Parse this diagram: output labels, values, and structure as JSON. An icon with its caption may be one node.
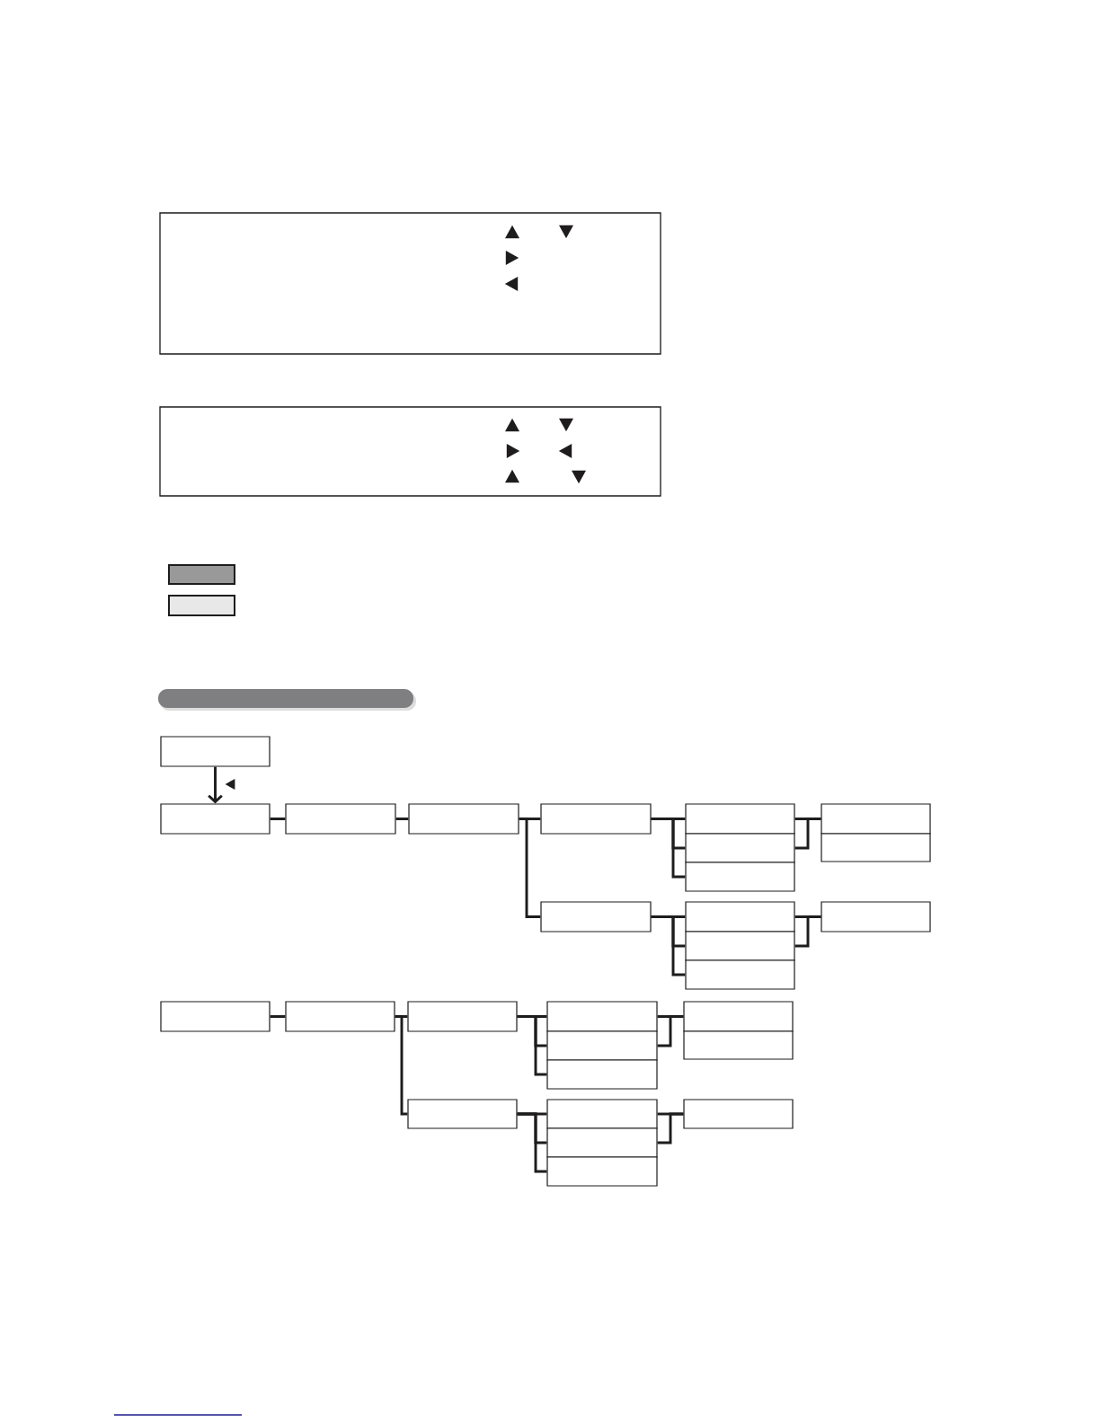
{
  "diagram": {
    "nodes": [
      {
        "text": [],
        "shape": "box"
      },
      {
        "text": [],
        "shape": "box"
      },
      {
        "text": [],
        "shape": "box"
      },
      {
        "text": [],
        "shape": "box"
      },
      {
        "text": [],
        "shape": "box"
      },
      {
        "text": [],
        "shape": "box"
      },
      {
        "text": [],
        "shape": "box"
      },
      {
        "text": [],
        "shape": "box"
      },
      {
        "text": [],
        "shape": "box"
      },
      {
        "text": [],
        "shape": "box"
      },
      {
        "text": [],
        "shape": "box"
      },
      {
        "text": [],
        "shape": "box"
      },
      {
        "text": [],
        "shape": "box"
      },
      {
        "text": [],
        "shape": "box"
      },
      {
        "text": [],
        "shape": "box"
      },
      {
        "text": [],
        "shape": "box"
      },
      {
        "text": [],
        "shape": "box"
      },
      {
        "text": [],
        "shape": "box"
      },
      {
        "text": [],
        "shape": "box"
      },
      {
        "text": [],
        "shape": "box"
      },
      {
        "text": [],
        "shape": "box"
      },
      {
        "text": [],
        "shape": "box"
      },
      {
        "text": [],
        "shape": "box"
      },
      {
        "text": [],
        "shape": "box"
      },
      {
        "text": [],
        "shape": "box"
      },
      {
        "text": [],
        "shape": "box"
      },
      {
        "text": [],
        "shape": "box"
      },
      {
        "text": [],
        "shape": "box"
      }
    ],
    "edges": [
      {
        "from": 0,
        "to": 1,
        "arrow": "to"
      },
      {
        "from": 1,
        "to": 2,
        "arrow": "none"
      },
      {
        "from": 2,
        "to": 3,
        "arrow": "none"
      },
      {
        "from": 3,
        "to": 4,
        "arrow": "none"
      },
      {
        "from": 3,
        "to": 10,
        "arrow": "none"
      },
      {
        "from": 4,
        "to": 5,
        "arrow": "none"
      },
      {
        "from": 4,
        "to": 6,
        "arrow": "none"
      },
      {
        "from": 4,
        "to": 7,
        "arrow": "none"
      },
      {
        "from": 5,
        "to": 8,
        "arrow": "none"
      },
      {
        "from": 6,
        "to": 8,
        "arrow": "none"
      },
      {
        "from": 10,
        "to": 11,
        "arrow": "none"
      },
      {
        "from": 10,
        "to": 12,
        "arrow": "none"
      },
      {
        "from": 10,
        "to": 13,
        "arrow": "none"
      },
      {
        "from": 11,
        "to": 14,
        "arrow": "none"
      },
      {
        "from": 12,
        "to": 14,
        "arrow": "none"
      },
      {
        "from": 15,
        "to": 16,
        "arrow": "none"
      },
      {
        "from": 16,
        "to": 17,
        "arrow": "none"
      },
      {
        "from": 16,
        "to": 23,
        "arrow": "none"
      },
      {
        "from": 17,
        "to": 18,
        "arrow": "none"
      },
      {
        "from": 17,
        "to": 19,
        "arrow": "none"
      },
      {
        "from": 17,
        "to": 20,
        "arrow": "none"
      },
      {
        "from": 18,
        "to": 21,
        "arrow": "none"
      },
      {
        "from": 19,
        "to": 21,
        "arrow": "none"
      },
      {
        "from": 23,
        "to": 24,
        "arrow": "none"
      },
      {
        "from": 23,
        "to": 25,
        "arrow": "none"
      },
      {
        "from": 23,
        "to": 26,
        "arrow": "none"
      },
      {
        "from": 24,
        "to": 27,
        "arrow": "none"
      },
      {
        "from": 25,
        "to": 27,
        "arrow": "none"
      }
    ]
  }
}
